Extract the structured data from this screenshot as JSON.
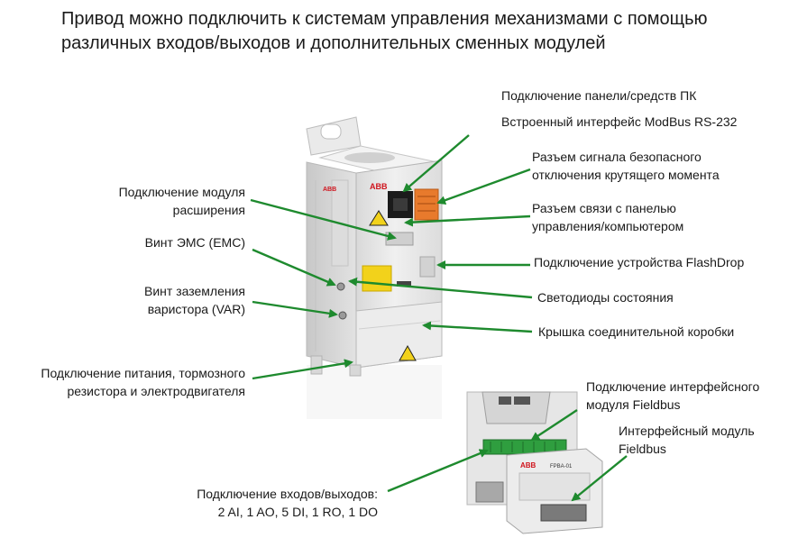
{
  "title": {
    "line1": "Привод можно подключить к системам управления механизмами с помощью",
    "line2": "различных входов/выходов и дополнительных сменных модулей"
  },
  "device": {
    "brand_main": "ABB",
    "brand_small": "ABB",
    "module_brand": "ABB",
    "module_name": "FPBA-01"
  },
  "labels": {
    "panel_connection": "Подключение панели/средств ПК",
    "modbus": "Встроенный интерфейс ModBus RS-232",
    "safe_torque_1": "Разъем сигнала безопасного",
    "safe_torque_2": "отключения крутящего момента",
    "panel_link_1": "Разъем связи с панелью",
    "panel_link_2": "управления/компьютером",
    "flashdrop": "Подключение устройства FlashDrop",
    "status_leds": "Светодиоды состояния",
    "terminal_cover": "Крышка соединительной коробки",
    "expansion_1": "Подключение модуля",
    "expansion_2": "расширения",
    "emc_screw": "Винт ЭМС (EMC)",
    "var_screw_1": "Винт заземления",
    "var_screw_2": "варистора (VAR)",
    "power_1": "Подключение питания, тормозного",
    "power_2": "резистора и электродвигателя",
    "fieldbus_conn_1": "Подключение интерфейсного",
    "fieldbus_conn_2": "модуля Fieldbus",
    "fieldbus_module_1": "Интерфейсный модуль",
    "fieldbus_module_2": "Fieldbus",
    "io_1": "Подключение входов/выходов:",
    "io_2": "2 AI, 1 AO, 5 DI, 1 RO, 1 DO"
  },
  "colors": {
    "arrow": "#1e8a2e",
    "device_body": "#e6e6e6",
    "connector_orange": "#e87a2c",
    "terminal_green": "#2f9e3f",
    "warning_yellow": "#f2d21b"
  }
}
